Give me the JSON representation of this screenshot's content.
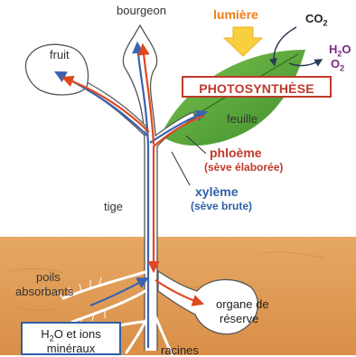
{
  "labels": {
    "bourgeon": "bourgeon",
    "lumiere": "lumière",
    "co2": {
      "base": "CO",
      "sub": "2"
    },
    "h2o": {
      "base": "H",
      "sub": "2",
      "rest": "O"
    },
    "o2": {
      "base": "O",
      "sub": "2"
    },
    "fruit": "fruit",
    "photosynthese": "PHOTOSYNTHÈSE",
    "feuille": "feuille",
    "phloeme": "phloème",
    "seve_elaboree": "(sève élaborée)",
    "xyleme": "xylème",
    "seve_brute": "(sève brute)",
    "tige": "tige",
    "poils": "poils",
    "absorbants": "absorbants",
    "organe_line1": "organe de",
    "organe_line2": "réserve",
    "h2o_ions": {
      "base": "H",
      "sub": "2",
      "rest": "O et ions"
    },
    "mineraux": "minéraux",
    "racines": "racines"
  },
  "colors": {
    "xylem_blue": "#3b63b0",
    "phloem_red": "#e0481f",
    "light_orange": "#ee7d16",
    "label_red": "#c0392b",
    "label_blue": "#2f5fa8",
    "gas_purple": "#7b2a7e",
    "leaf_green": "#5aaa3c",
    "soil_orange": "#e2a05a",
    "sky_white": "#ffffff"
  }
}
